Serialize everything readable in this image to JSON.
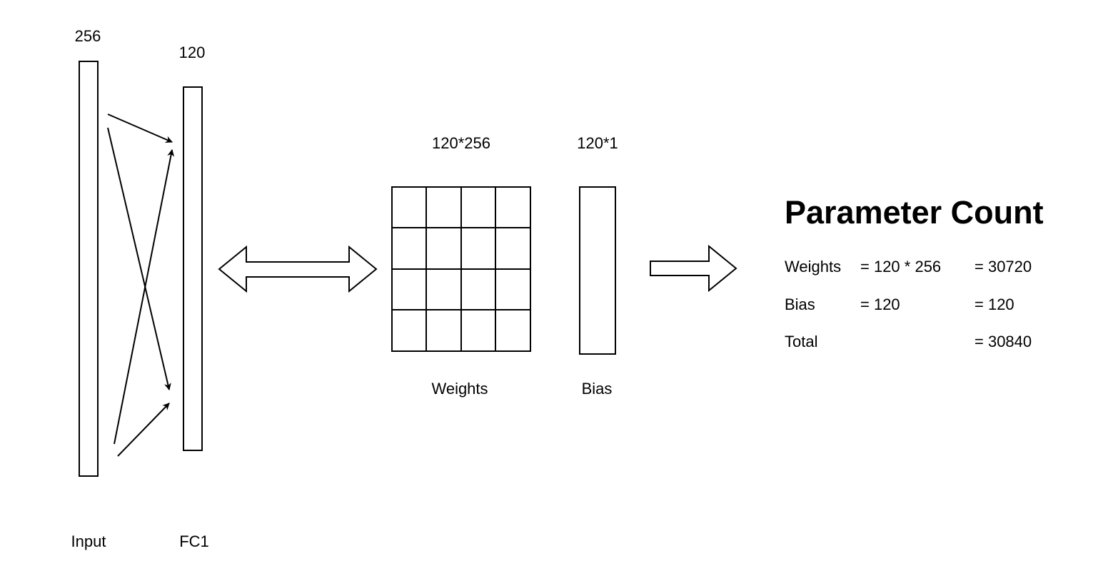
{
  "layers": {
    "input": {
      "label": "Input",
      "size": "256"
    },
    "fc1": {
      "label": "FC1",
      "size": "120"
    }
  },
  "matrices": {
    "weights": {
      "label": "Weights",
      "shape": "120*256"
    },
    "bias": {
      "label": "Bias",
      "shape": "120*1"
    }
  },
  "parameter_count": {
    "title": "Parameter Count",
    "rows": [
      {
        "name": "Weights",
        "expr": "= 120 * 256",
        "result": "= 30720"
      },
      {
        "name": "Bias",
        "expr": "= 120",
        "result": "= 120"
      },
      {
        "name": "Total",
        "expr": "",
        "result": "= 30840"
      }
    ]
  }
}
